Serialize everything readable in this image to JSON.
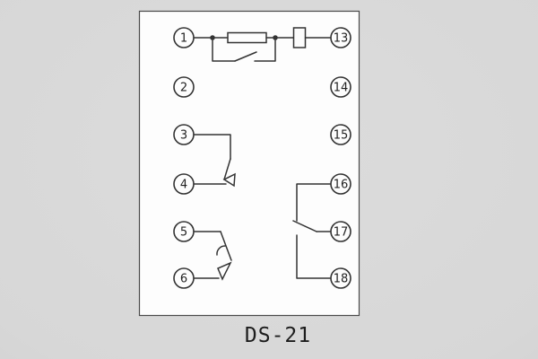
{
  "caption": "DS-21",
  "panel": {
    "terminals": {
      "left": [
        "1",
        "2",
        "3",
        "4",
        "5",
        "6"
      ],
      "right": [
        "13",
        "14",
        "15",
        "16",
        "17",
        "18"
      ]
    },
    "elements": {
      "top_row": "terminal 1 wired through junction dot, resistor, junction dot and break element to terminal 13, with normally-closed contact loop below",
      "contact_3_4": "contact blade from terminal 3 to fixed contact of terminal 4",
      "contact_5_6": "contact blade with hook from terminal 5 to fixed contact of terminal 6",
      "contact_16_17_18": "switching contact between terminals 16, 17 and 18"
    }
  },
  "colors": {
    "background": "#d9d9d9",
    "panel_fill": "#fdfdfd",
    "line": "#333333",
    "caption_text": "#1c1c1c"
  }
}
